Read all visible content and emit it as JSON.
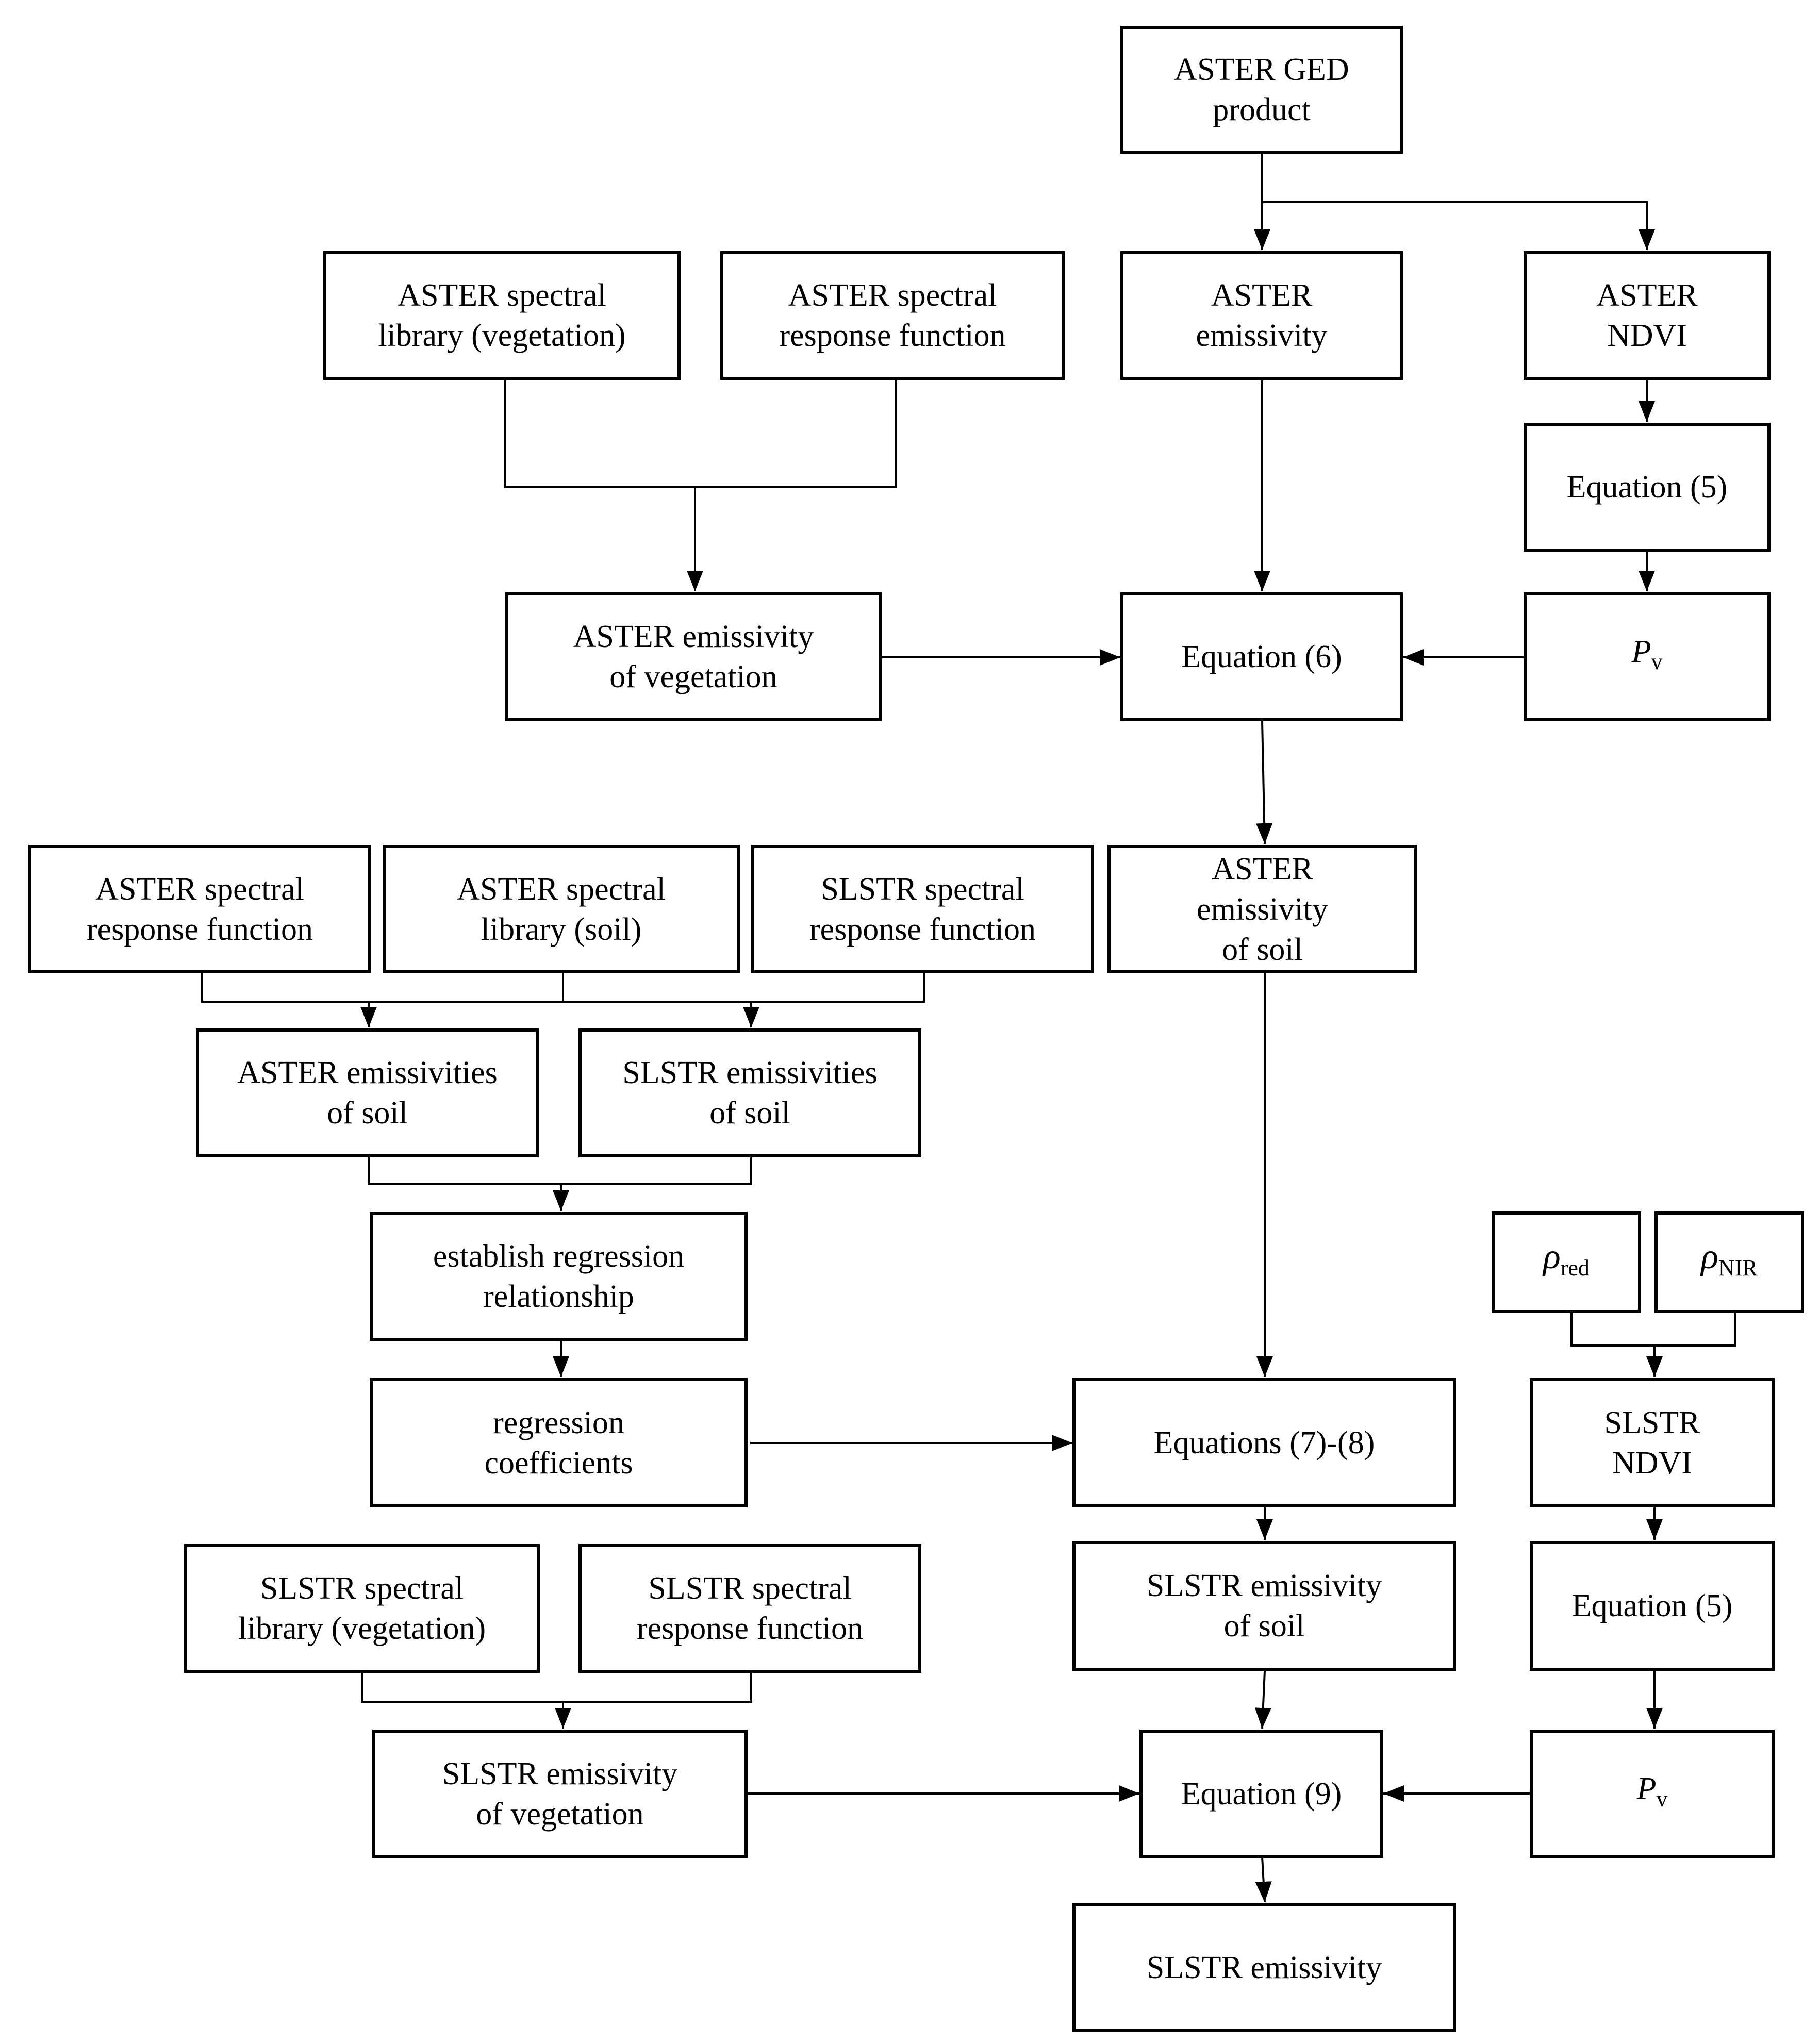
{
  "boxes": {
    "aster_ged": [
      "ASTER GED",
      "product"
    ],
    "aster_lib_veg": [
      "ASTER spectral",
      "library (vegetation)"
    ],
    "aster_srf_top": [
      "ASTER spectral",
      "response function"
    ],
    "aster_emissivity": [
      "ASTER",
      "emissivity"
    ],
    "aster_ndvi": [
      "ASTER",
      "NDVI"
    ],
    "equation5_top": [
      "Equation (5)"
    ],
    "aster_emis_veg": [
      "ASTER emissivity",
      "of vegetation"
    ],
    "equation6": [
      "Equation (6)"
    ],
    "pv_top": {
      "symbol": "P",
      "subscript": "v"
    },
    "aster_srf_mid": [
      "ASTER spectral",
      "response function"
    ],
    "aster_lib_soil": [
      "ASTER spectral",
      "library (soil)"
    ],
    "slstr_srf_mid": [
      "SLSTR spectral",
      "response function"
    ],
    "aster_emis_soil_single": [
      "ASTER",
      "emissivity",
      "of soil"
    ],
    "aster_emissivities_soil": [
      "ASTER emissivities",
      "of soil"
    ],
    "slstr_emissivities_soil": [
      "SLSTR emissivities",
      "of soil"
    ],
    "establish_regression": [
      "establish regression",
      "relationship"
    ],
    "rho_red": {
      "symbol": "ρ",
      "subscript": "red"
    },
    "rho_nir": {
      "symbol": "ρ",
      "subscript": "NIR"
    },
    "regression_coeffs": [
      "regression",
      "coefficients"
    ],
    "equations7_8": [
      "Equations (7)-(8)"
    ],
    "slstr_ndvi": [
      "SLSTR",
      "NDVI"
    ],
    "slstr_lib_veg": [
      "SLSTR spectral",
      "library (vegetation)"
    ],
    "slstr_srf_bottom": [
      "SLSTR spectral",
      "response function"
    ],
    "slstr_emis_soil": [
      "SLSTR emissivity",
      "of soil"
    ],
    "equation5_bottom": [
      "Equation (5)"
    ],
    "slstr_emis_veg": [
      "SLSTR emissivity",
      "of vegetation"
    ],
    "equation9": [
      "Equation (9)"
    ],
    "pv_bottom": {
      "symbol": "P",
      "subscript": "v"
    },
    "slstr_emissivity": [
      "SLSTR emissivity"
    ]
  }
}
